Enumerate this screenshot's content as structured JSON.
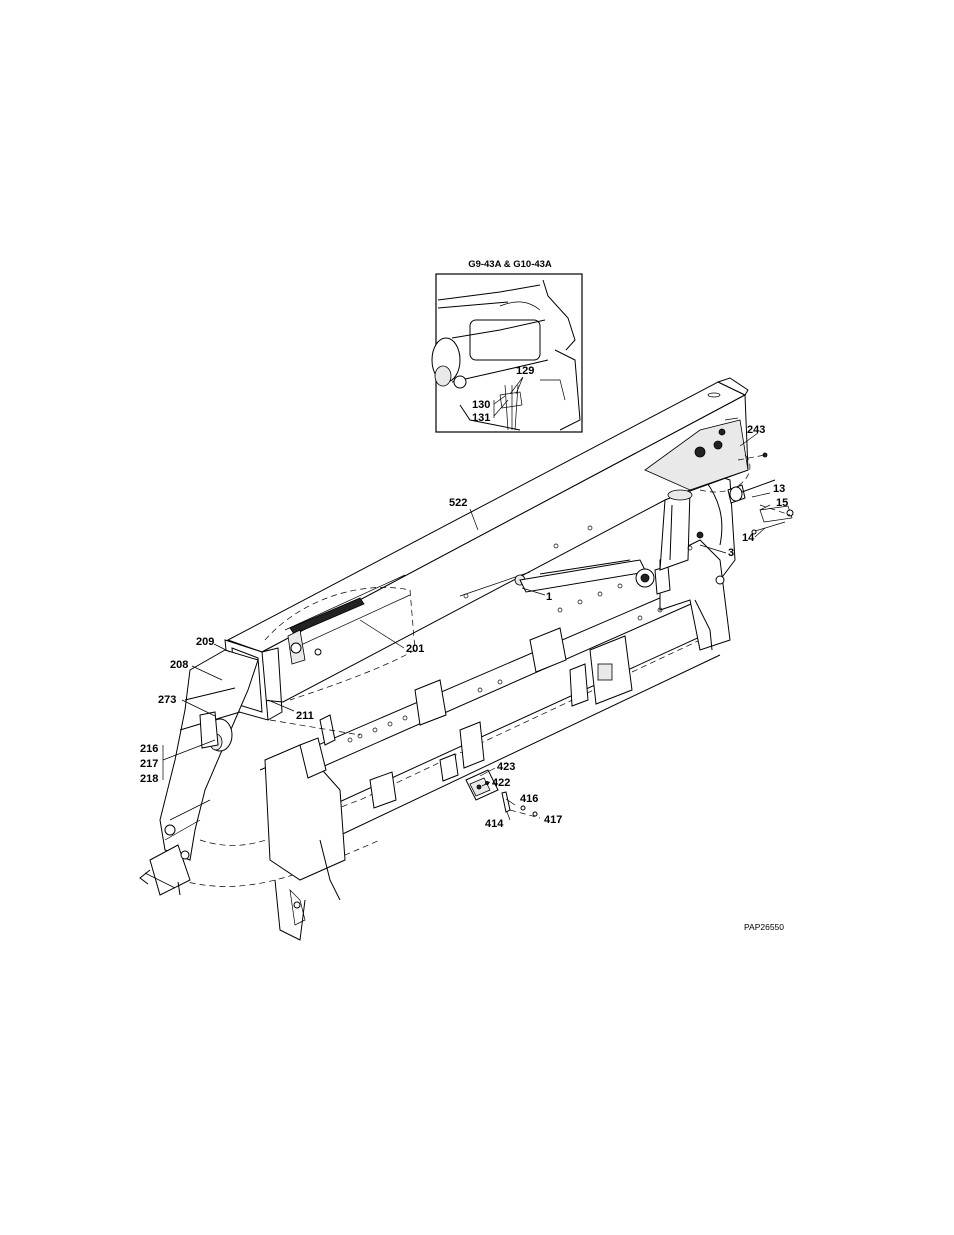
{
  "inset": {
    "title": "G9-43A & G10-43A",
    "callouts": [
      "129",
      "130",
      "131"
    ]
  },
  "callouts": {
    "c522": "522",
    "c243": "243",
    "c13": "13",
    "c15": "15",
    "c14": "14",
    "c3": "3",
    "c1": "1",
    "c201": "201",
    "c209": "209",
    "c208": "208",
    "c273": "273",
    "c211": "211",
    "c216": "216",
    "c217": "217",
    "c218": "218",
    "c423": "423",
    "c422": "422",
    "c416": "416",
    "c414": "414",
    "c417": "417"
  },
  "figure_id": "PAP26550"
}
